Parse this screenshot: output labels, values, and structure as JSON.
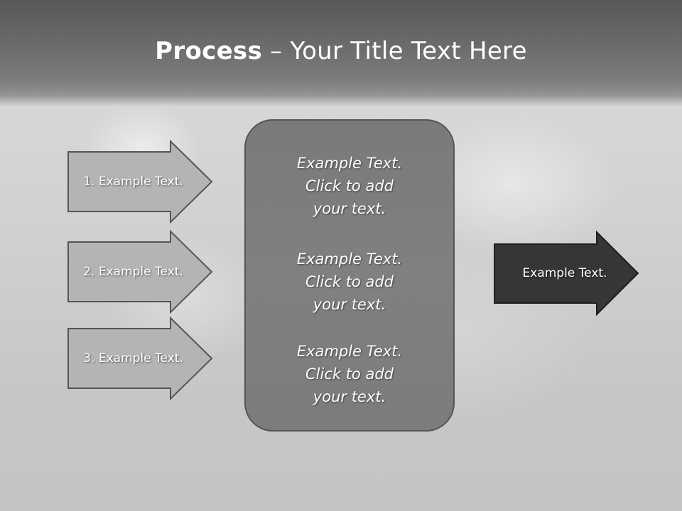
{
  "title": {
    "bold": "Process",
    "rest": " – Your Title Text Here"
  },
  "left_arrows": [
    {
      "label": "1. Example Text."
    },
    {
      "label": "2. Example Text."
    },
    {
      "label": "3. Example Text."
    }
  ],
  "center_blocks": [
    {
      "line1": "Example Text.",
      "line2": "Click  to add",
      "line3": "your text."
    },
    {
      "line1": "Example Text.",
      "line2": "Click  to add",
      "line3": "your text."
    },
    {
      "line1": "Example Text.",
      "line2": "Click  to add",
      "line3": "your text."
    }
  ],
  "right_arrow": {
    "label": "Example Text."
  },
  "colors": {
    "header": "#5a5a5a",
    "left_arrow_fill": "#b8b8b8",
    "left_arrow_stroke": "#555555",
    "center_box_fill": "#7e7e7e",
    "right_arrow_fill": "#363636"
  }
}
